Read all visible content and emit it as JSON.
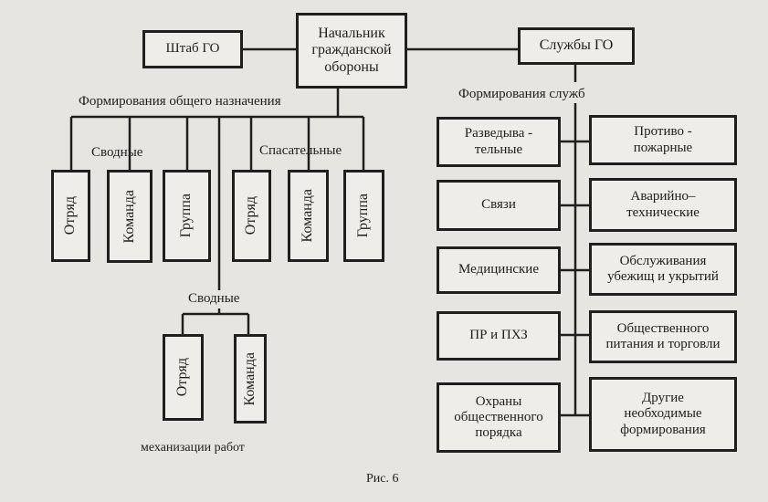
{
  "top": {
    "head": "Начальник\nгражданской\nобороны",
    "staff": "Штаб ГО",
    "services": "Службы ГО"
  },
  "labels": {
    "general_formations": "Формирования общего назначения",
    "combined_1": "Сводные",
    "rescue": "Спасательные",
    "combined_2": "Сводные",
    "mechanization": "механизации   работ",
    "service_formations": "Формирования   служб",
    "caption": "Рис.  6"
  },
  "general_units": [
    "Отряд",
    "Команда",
    "Группа",
    "Отряд",
    "Команда",
    "Группа"
  ],
  "mech_units": [
    "Отряд",
    "Команда"
  ],
  "services_left": [
    "Разведыва -\nтельные",
    "Связи",
    "Медицинские",
    "ПР и ПХЗ",
    "Охраны\nобщественного\nпорядка"
  ],
  "services_right": [
    "Противо -\nпожарные",
    "Аварийно–\nтехнические",
    "Обслуживания\nубежищ и укрытий",
    "Общественного\nпитания и торговли",
    "Другие\nнеобходимые\nформирования"
  ]
}
